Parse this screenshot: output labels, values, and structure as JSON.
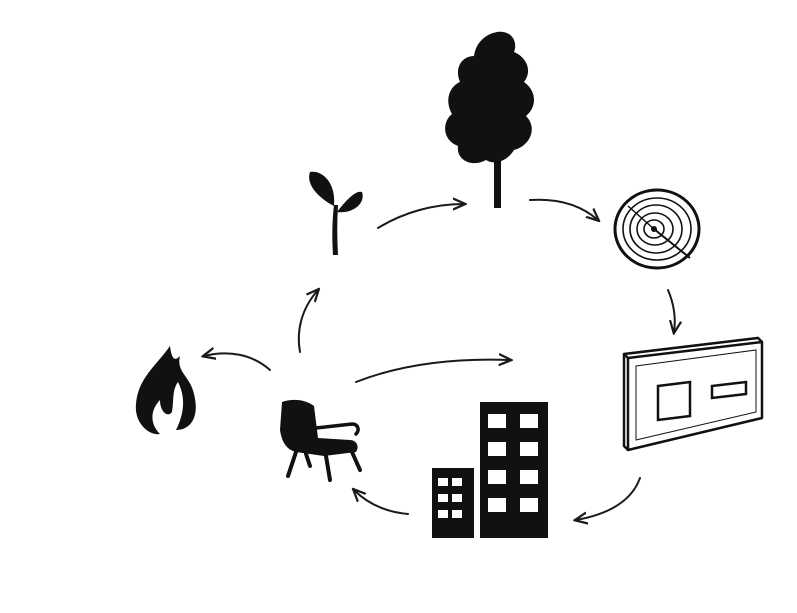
{
  "diagram": {
    "type": "cycle",
    "nodes": [
      {
        "id": "seedling",
        "icon": "seedling-icon"
      },
      {
        "id": "tree",
        "icon": "tree-icon"
      },
      {
        "id": "log",
        "icon": "log-cross-section-icon"
      },
      {
        "id": "panel",
        "icon": "timber-panel-icon"
      },
      {
        "id": "buildings",
        "icon": "buildings-icon"
      },
      {
        "id": "chair",
        "icon": "armchair-icon"
      },
      {
        "id": "fire",
        "icon": "flame-icon"
      }
    ],
    "edges": [
      {
        "from": "seedling",
        "to": "tree"
      },
      {
        "from": "tree",
        "to": "log"
      },
      {
        "from": "log",
        "to": "panel"
      },
      {
        "from": "panel",
        "to": "buildings"
      },
      {
        "from": "buildings",
        "to": "chair"
      },
      {
        "from": "chair",
        "to": "seedling"
      },
      {
        "from": "chair",
        "to": "fire"
      },
      {
        "from": "chair",
        "to": "panel"
      }
    ],
    "colors": {
      "ink": "#111111",
      "background": "#ffffff"
    }
  }
}
